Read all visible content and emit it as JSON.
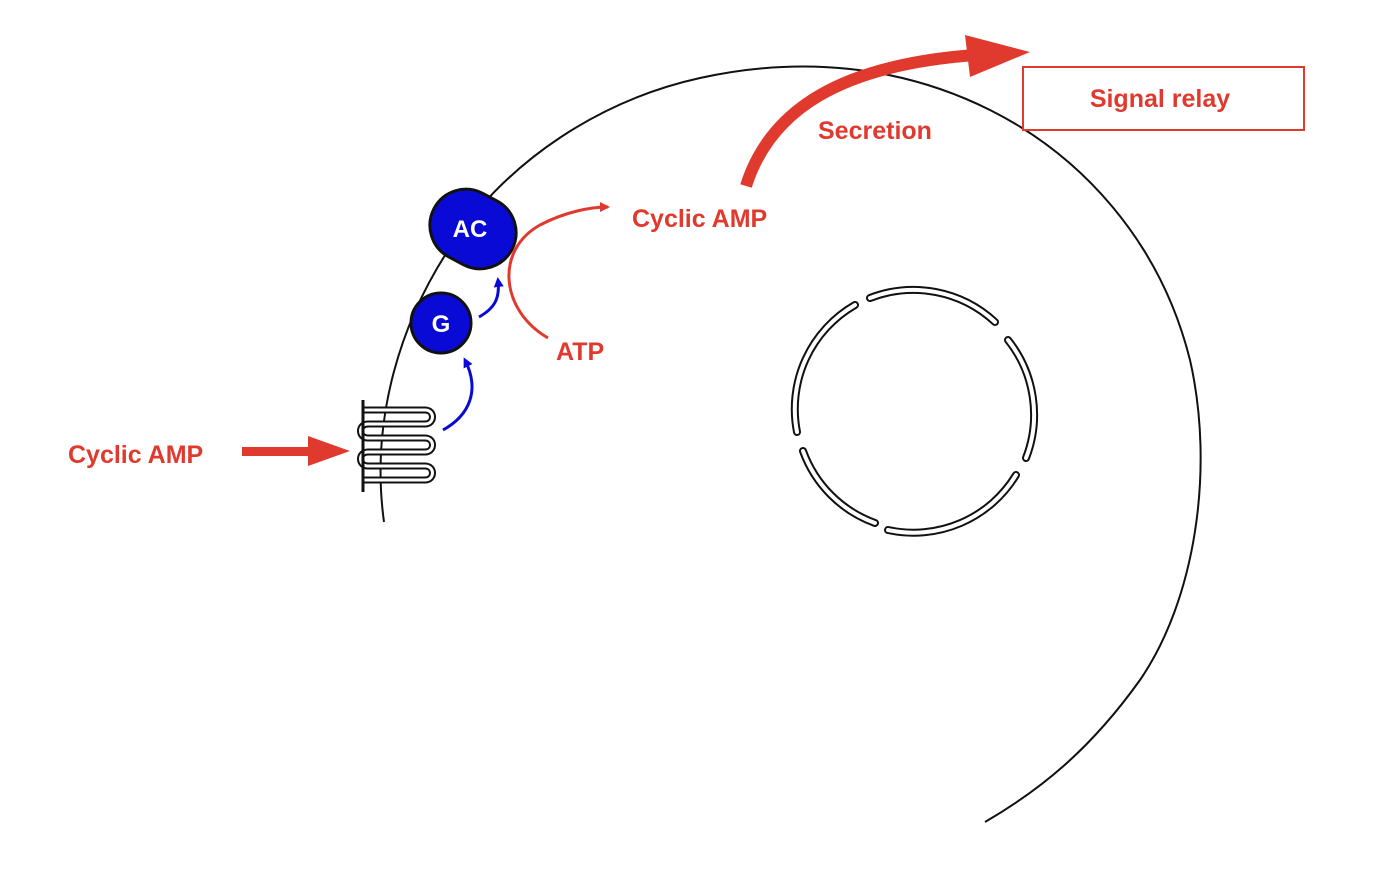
{
  "labels": {
    "cyclic_amp_external": "Cyclic AMP",
    "cyclic_amp_internal": "Cyclic AMP",
    "atp": "ATP",
    "secretion": "Secretion",
    "signal_relay": "Signal relay",
    "g_protein": "G",
    "adenylyl_cyclase": "AC"
  },
  "colors": {
    "red": "#e03a2f",
    "blue": "#0a0ad6",
    "outline": "#111111",
    "background": "#ffffff"
  },
  "icons": {
    "receptor": "seven-transmembrane-receptor-icon",
    "nucleus": "dashed-circle-nucleus-icon"
  }
}
